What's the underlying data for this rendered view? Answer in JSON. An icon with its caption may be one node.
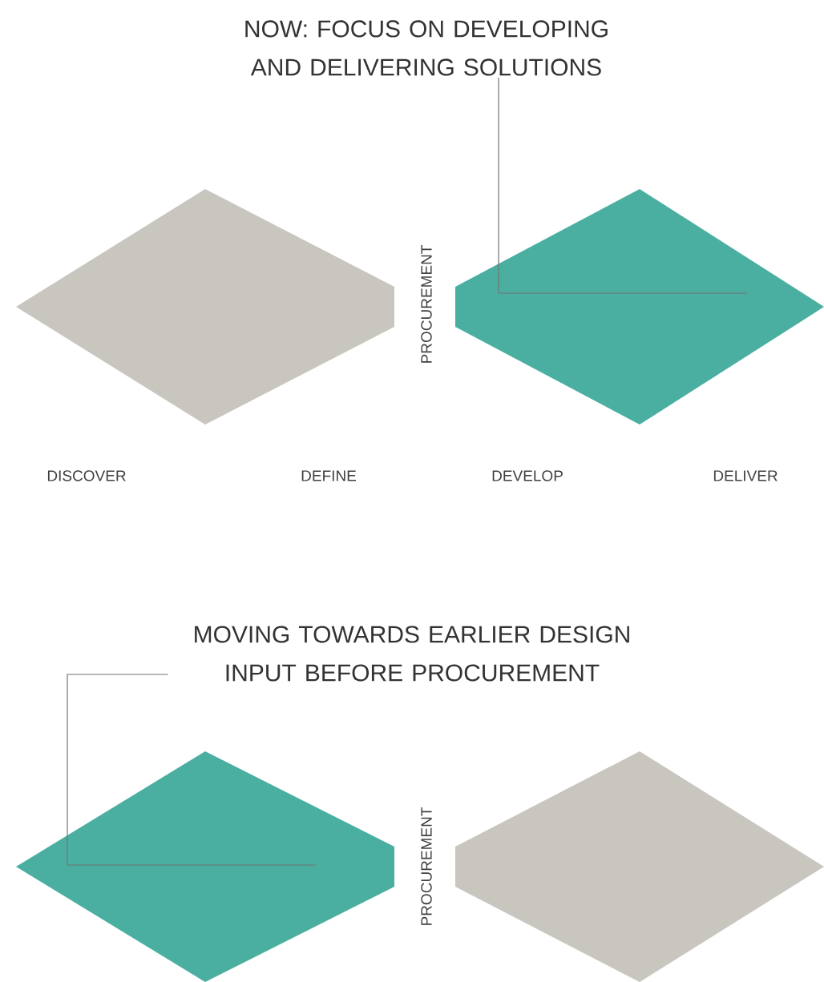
{
  "diagram": {
    "nodes": [
      {
        "text": [
          "NOW: FOCUS ON DEVELOPING AND DELIVERING SOLUTIONS"
        ]
      },
      {
        "text": [],
        "shape": "diamond"
      },
      {
        "text": [],
        "shape": "diamond"
      },
      {
        "text": [
          "MOVING TOWARDS EARLIER DESIGN INPUT BEFORE PROCUREMENT"
        ]
      },
      {
        "text": [],
        "shape": "diamond"
      },
      {
        "text": [],
        "shape": "diamond"
      }
    ],
    "edges": [
      {
        "from": 0,
        "to": 2,
        "arrow": "none"
      },
      {
        "from": 3,
        "to": 4,
        "arrow": "none"
      }
    ],
    "labels": [
      "PROCUREMENT",
      "DISCOVER",
      "DEFINE",
      "DEVELOP",
      "DELIVER",
      "PROCUREMENT"
    ]
  }
}
